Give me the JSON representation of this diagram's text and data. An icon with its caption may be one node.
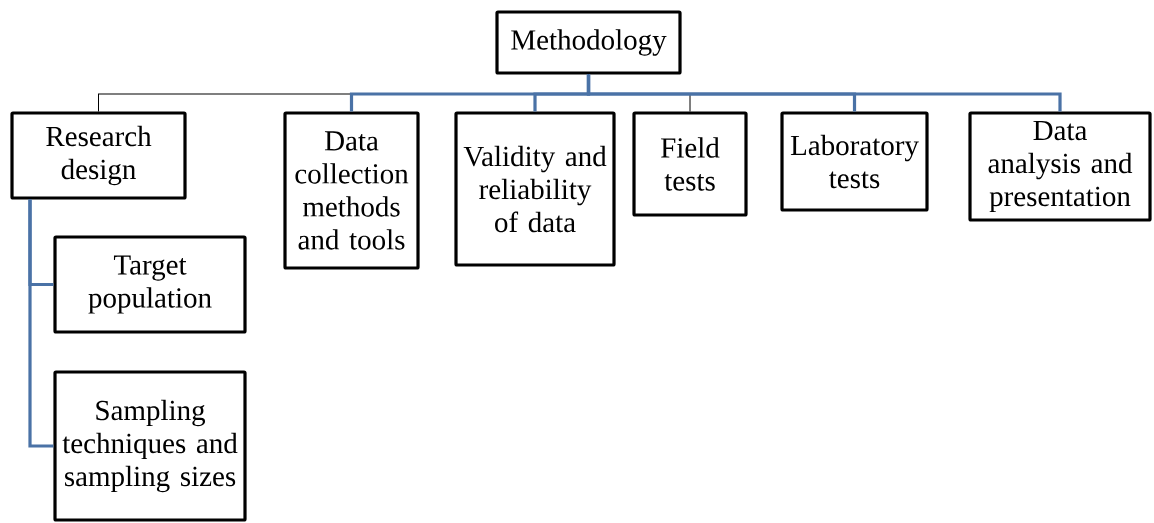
{
  "diagram": {
    "nodes": [
      {
        "text": [
          "Methodology"
        ]
      },
      {
        "text": [
          "Research design"
        ]
      },
      {
        "text": [
          "Data collection methods and tools"
        ]
      },
      {
        "text": [
          "Validity and reliability of data"
        ]
      },
      {
        "text": [
          "Field tests"
        ]
      },
      {
        "text": [
          "Laboratory tests"
        ]
      },
      {
        "text": [
          "Data analysis and presentation"
        ]
      },
      {
        "text": [
          "Target population"
        ]
      },
      {
        "text": [
          "Sampling techniques and sampling sizes"
        ]
      }
    ],
    "edges": [
      {
        "from": 0,
        "to": 1,
        "arrow": "none",
        "color": "#000000"
      },
      {
        "from": 0,
        "to": 2,
        "arrow": "none"
      },
      {
        "from": 0,
        "to": 3,
        "arrow": "none"
      },
      {
        "from": 0,
        "to": 4,
        "arrow": "none",
        "color": "#000000"
      },
      {
        "from": 0,
        "to": 5,
        "arrow": "none"
      },
      {
        "from": 0,
        "to": 6,
        "arrow": "none"
      },
      {
        "from": 1,
        "to": 7,
        "arrow": "none"
      },
      {
        "from": 1,
        "to": 8,
        "arrow": "none"
      }
    ]
  }
}
